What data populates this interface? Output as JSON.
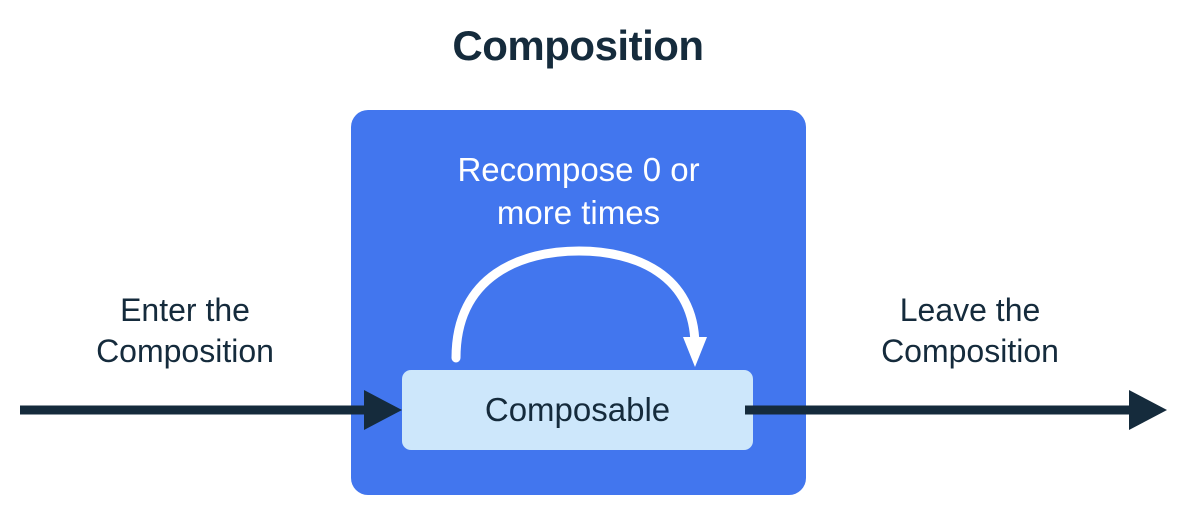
{
  "title": "Composition",
  "theme": {
    "background": "#ffffff",
    "outer_box_fill": "#4276ee",
    "inner_box_fill": "#cde7fb",
    "text_dark": "#152b3c",
    "text_light": "#ffffff",
    "arrow_dark": "#152b3c",
    "arrow_light": "#ffffff"
  },
  "composition": {
    "recompose_caption": {
      "line1": "Recompose 0 or",
      "line2": "more times"
    },
    "loop_arrow_name": "recompose-loop-arrow",
    "composable_label": "Composable"
  },
  "enter_flow": {
    "caption": {
      "line1": "Enter the",
      "line2": "Composition"
    },
    "arrow_name": "enter-composition-arrow"
  },
  "leave_flow": {
    "caption": {
      "line1": "Leave the",
      "line2": "Composition"
    },
    "arrow_name": "leave-composition-arrow"
  }
}
